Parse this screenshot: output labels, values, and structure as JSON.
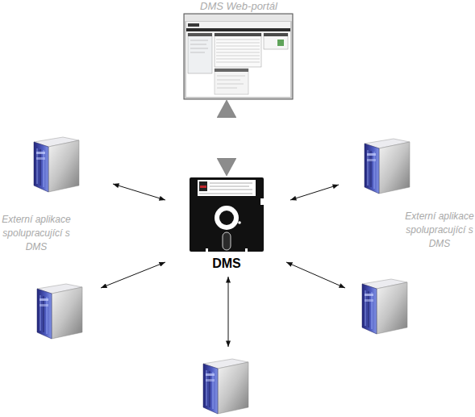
{
  "diagram": {
    "nodes": [
      {
        "text": [
          "DMS Web-portál"
        ]
      },
      {
        "text": [
          "DMS"
        ]
      }
    ],
    "edges": [
      {
        "from": 0,
        "to": 1,
        "arrow": "both"
      }
    ],
    "labels": [
      "Externí aplikace spolupracující s DMS",
      "Externí aplikace spolupracující s DMS"
    ]
  }
}
